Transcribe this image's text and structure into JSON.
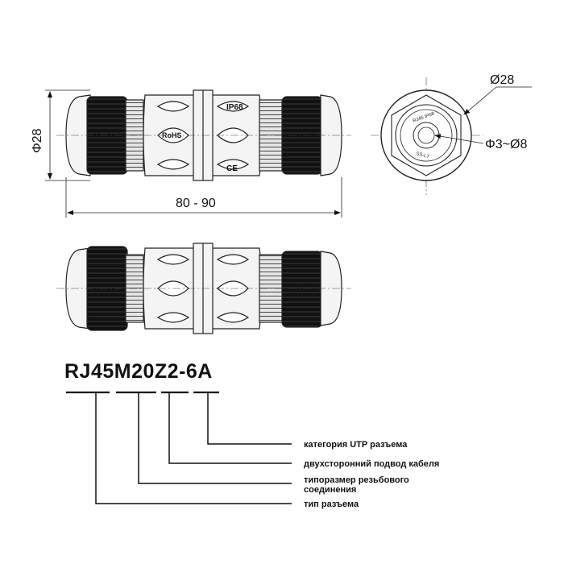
{
  "dimensions": {
    "length": "80 - 90",
    "height": "Φ28",
    "outer_diameter": "Ø28",
    "cable_range": "Φ3~Ø8"
  },
  "markings": {
    "ip_rating": "IP68",
    "rohs": "RoHS",
    "ce": "CE"
  },
  "model": {
    "code": "RJ45M20Z2-6A",
    "legend": [
      "категория UTP разъема",
      "двухсторонний подвод кабеля",
      "типоразмер резьбового соединения",
      "тип разъема"
    ]
  },
  "colors": {
    "line": "#222222",
    "black_part": "#111111",
    "body_fill": "#f4f4f4"
  }
}
